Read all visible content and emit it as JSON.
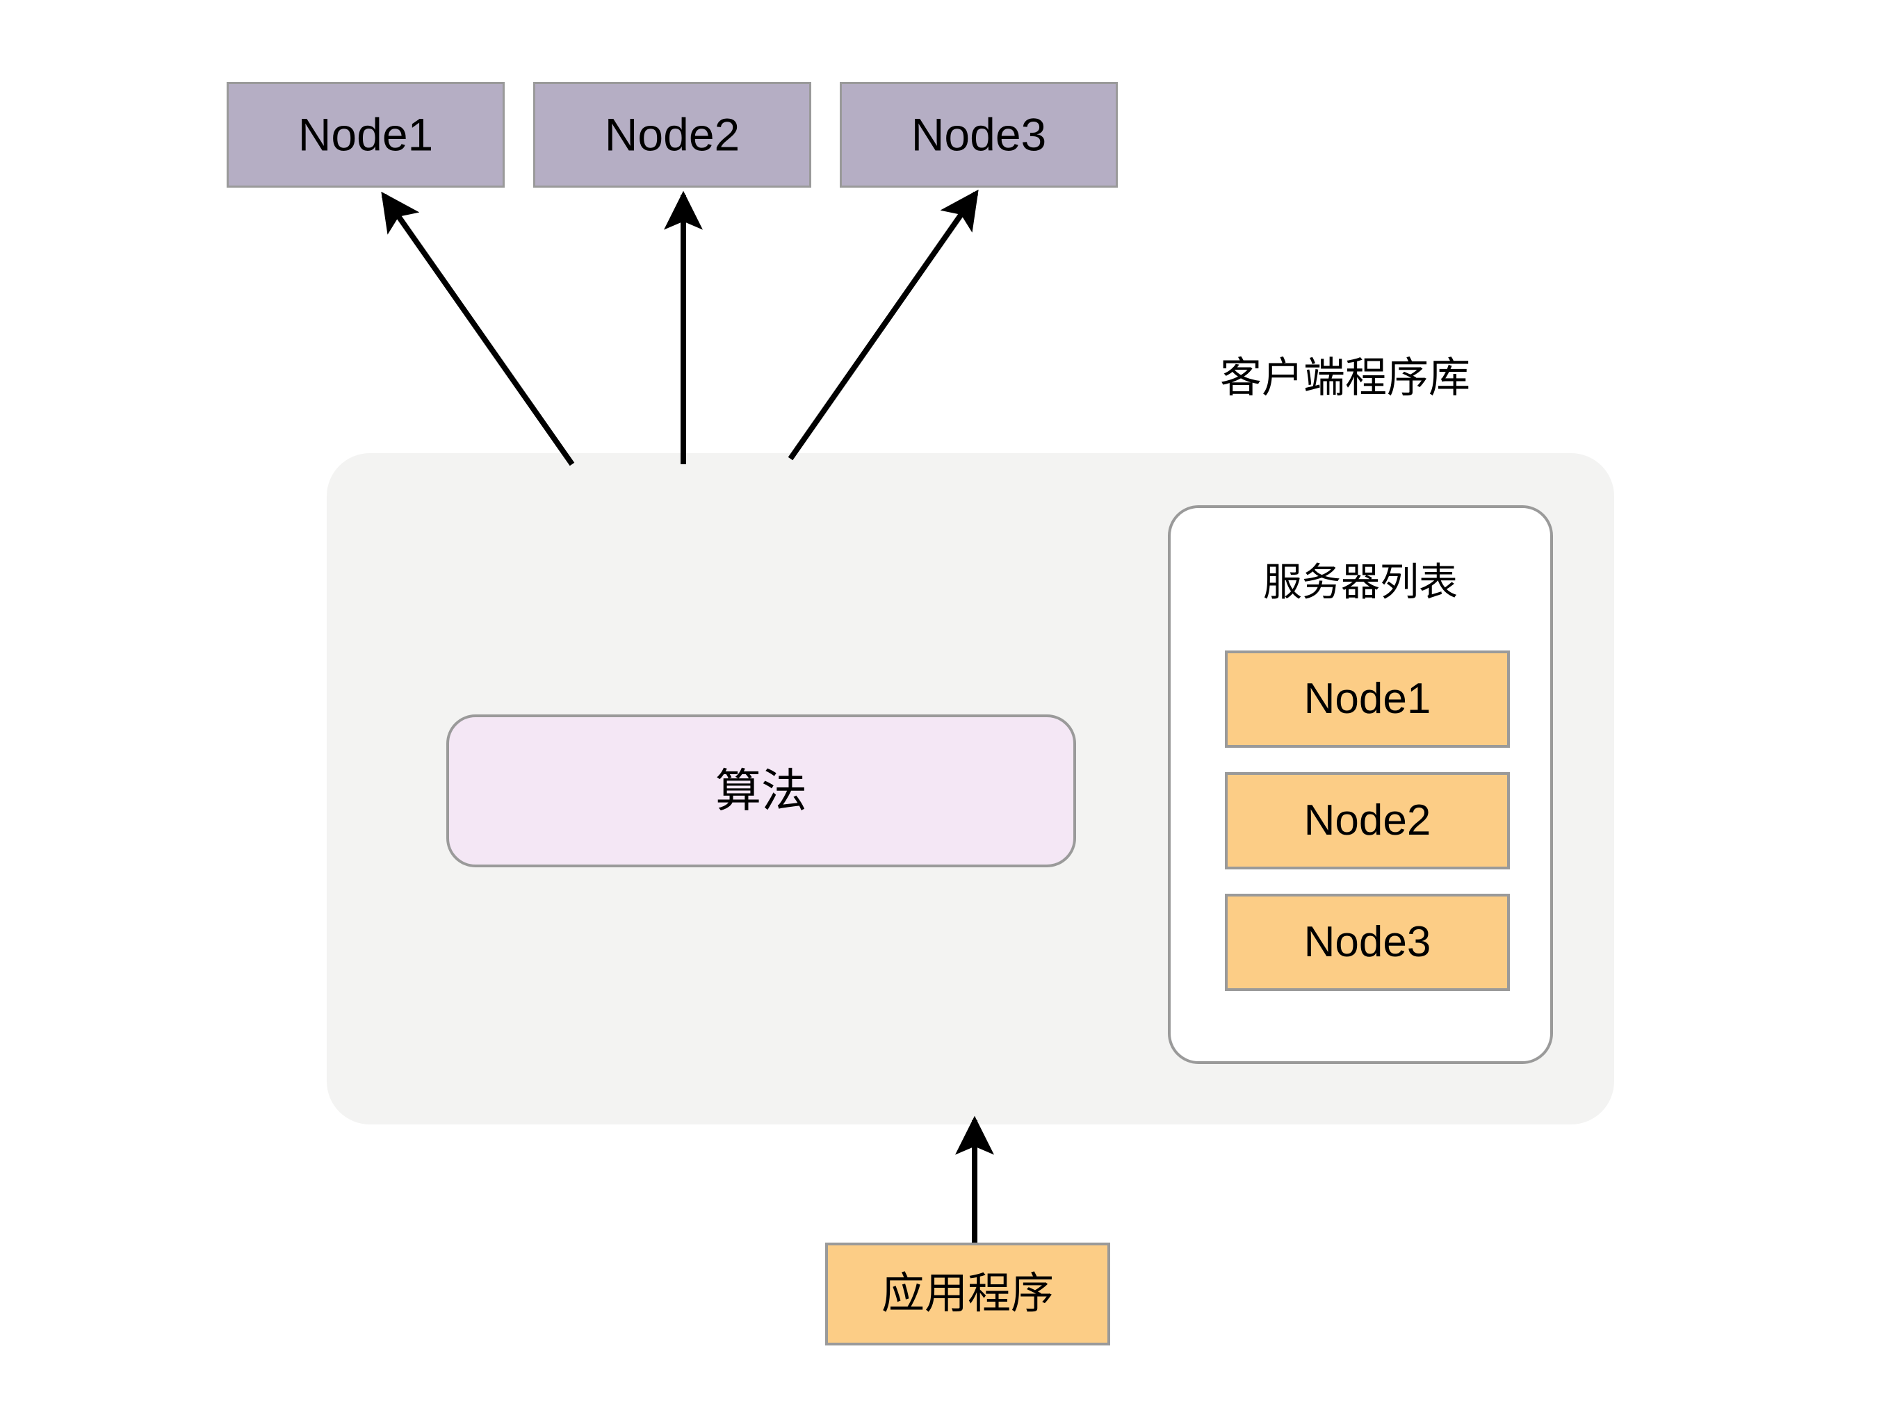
{
  "diagram": {
    "title_note": "Client library load balancing architecture",
    "colors": {
      "server_node_fill": "#b5aec4",
      "algorithm_fill": "#f4e7f5",
      "list_item_fill": "#fccd86",
      "container_fill": "#f3f3f2",
      "border_gray": "#9a9a9a",
      "panel_fill": "#ffffff",
      "arrow_stroke": "#000000",
      "text": "#000000"
    }
  },
  "servers": {
    "nodes": [
      {
        "label": "Node1"
      },
      {
        "label": "Node2"
      },
      {
        "label": "Node3"
      }
    ]
  },
  "client_library": {
    "title": "客户端程序库",
    "algorithm": {
      "label": "算法"
    },
    "server_list": {
      "title": "服务器列表",
      "items": [
        {
          "label": "Node1"
        },
        {
          "label": "Node2"
        },
        {
          "label": "Node3"
        }
      ]
    }
  },
  "application": {
    "label": "应用程序"
  },
  "connections": [
    {
      "name": "library-to-node1",
      "from": "client-library",
      "to": "Node1",
      "style": "solid-arrow"
    },
    {
      "name": "library-to-node2",
      "from": "client-library",
      "to": "Node2",
      "style": "solid-arrow"
    },
    {
      "name": "library-to-node3",
      "from": "client-library",
      "to": "Node3",
      "style": "solid-arrow"
    },
    {
      "name": "application-to-library",
      "from": "应用程序",
      "to": "client-library",
      "style": "solid-arrow"
    }
  ]
}
